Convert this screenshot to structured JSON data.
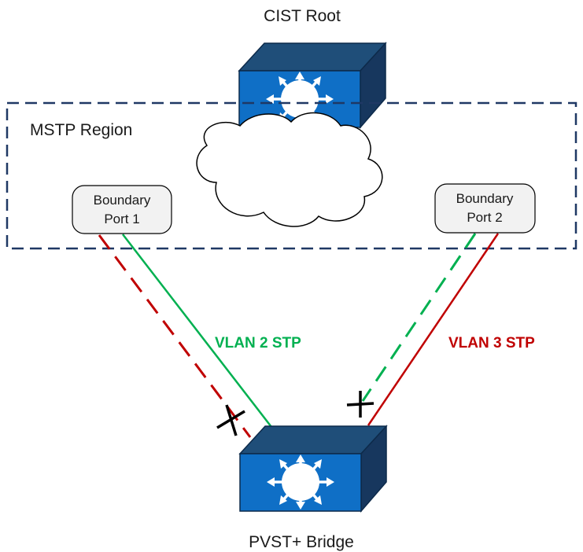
{
  "title": "CIST Root",
  "region_label": "MSTP Region",
  "boundary_ports": [
    {
      "line1": "Boundary",
      "line2": "Port 1"
    },
    {
      "line1": "Boundary",
      "line2": "Port 2"
    }
  ],
  "vlan_labels": [
    {
      "text": "VLAN 2 STP",
      "color": "#00b050"
    },
    {
      "text": "VLAN 3 STP",
      "color": "#c00000"
    }
  ],
  "bottom_bridge_label": "PVST+ Bridge",
  "colors": {
    "switch_front": "#0f6fc6",
    "switch_top": "#1f4e79",
    "switch_side": "#17375e",
    "region_border": "#1f3864",
    "vlan2": "#00b050",
    "vlan3": "#c00000",
    "blocked_mark": "#000000"
  },
  "icons": [
    "switch-icon",
    "cloud-icon",
    "blocked-port-icon"
  ]
}
